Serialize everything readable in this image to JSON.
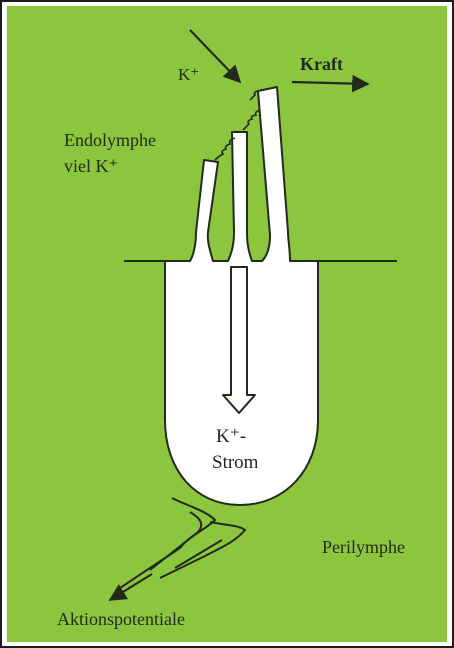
{
  "colors": {
    "background": "#8cc63f",
    "cell_fill": "#ffffff",
    "ink": "#232a1a",
    "border": "#1c1c1c"
  },
  "labels": {
    "k_ion_top": "K⁺",
    "force": "Kraft",
    "endolymph_line1": "Endolymphe",
    "endolymph_line2": "viel K⁺",
    "current_line1": "K⁺-",
    "current_line2": "Strom",
    "perilymph": "Perilymphe",
    "action_potentials": "Aktionspotentiale"
  }
}
